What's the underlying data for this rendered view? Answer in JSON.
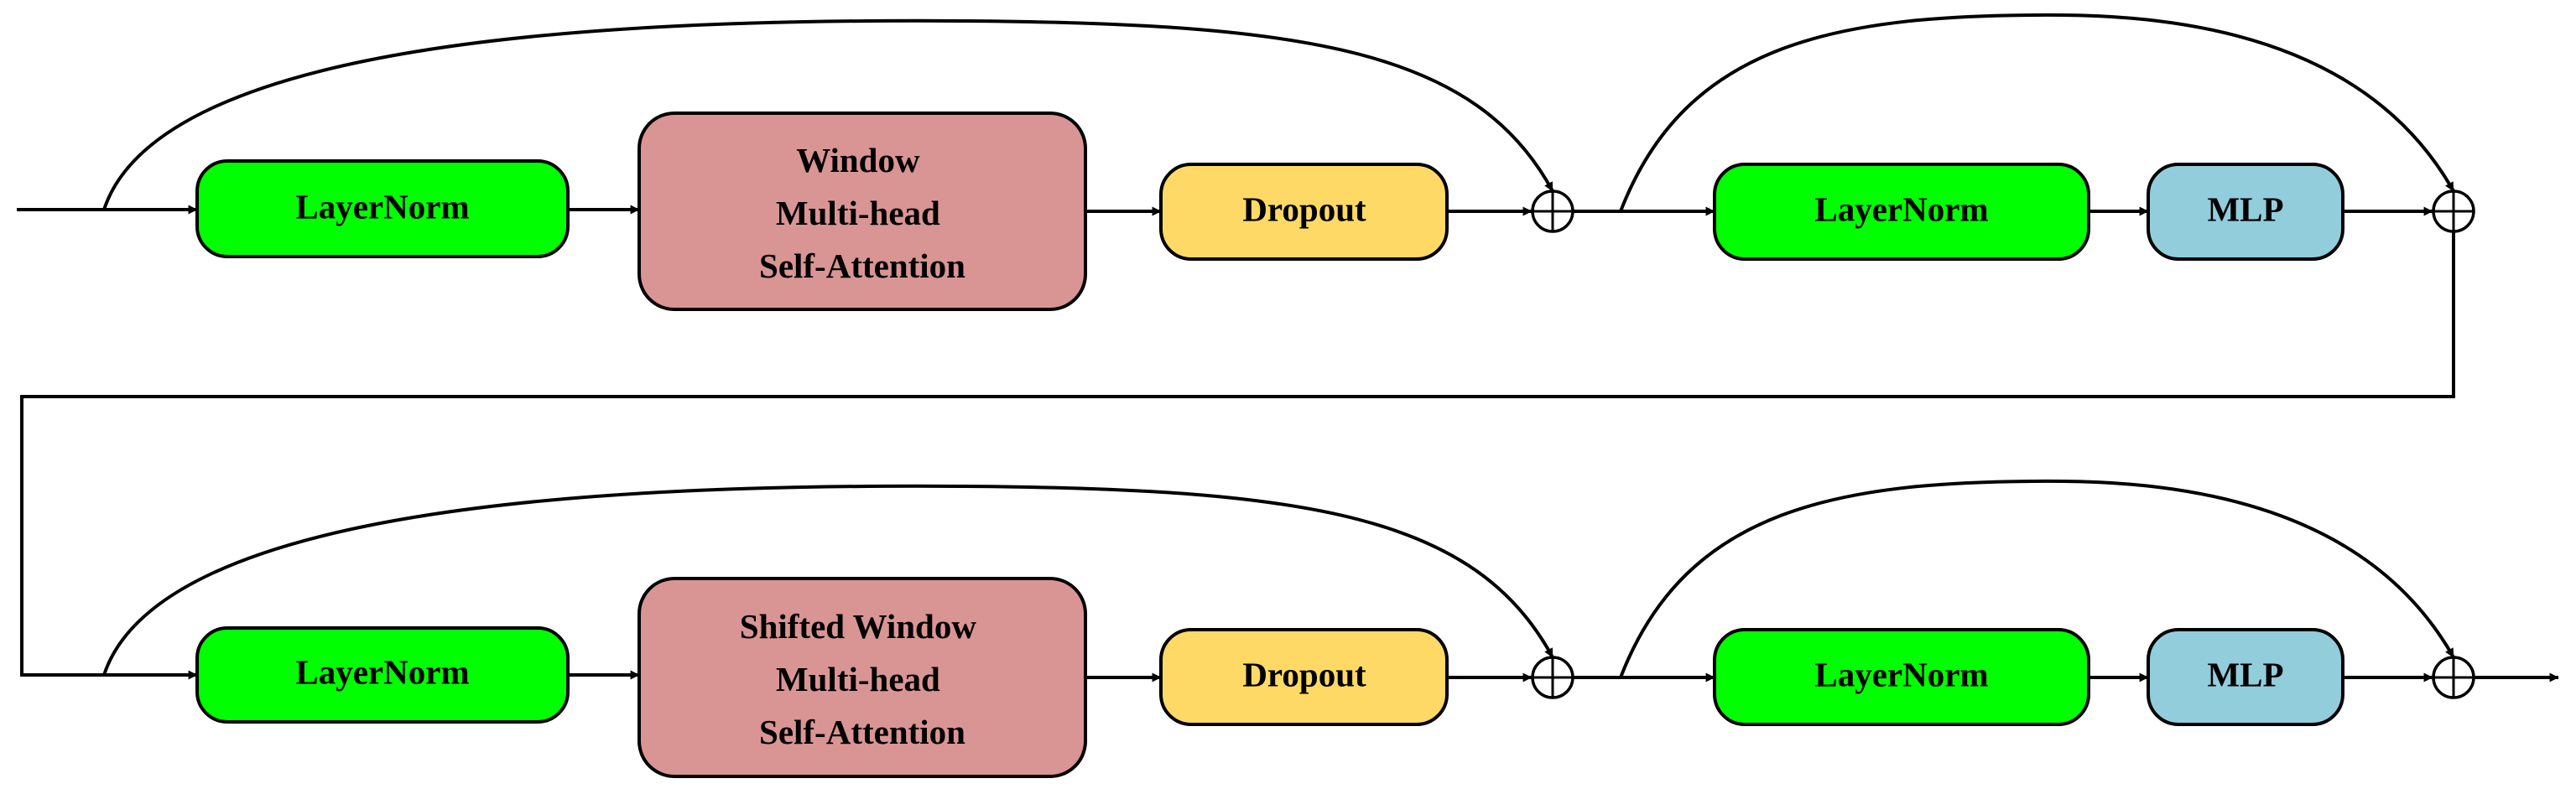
{
  "colors": {
    "layernorm": "#00ff00",
    "attention": "#d99594",
    "dropout": "#ffd966",
    "mlp": "#92cddc",
    "line": "#000000",
    "background": "#ffffff"
  },
  "rows": [
    {
      "layernorm1": "LayerNorm",
      "attention_lines": [
        "Window",
        "Multi-head",
        "Self-Attention"
      ],
      "dropout": "Dropout",
      "layernorm2": "LayerNorm",
      "mlp": "MLP"
    },
    {
      "layernorm1": "LayerNorm",
      "attention_lines": [
        "Shifted Window",
        "Multi-head",
        "Self-Attention"
      ],
      "dropout": "Dropout",
      "layernorm2": "LayerNorm",
      "mlp": "MLP"
    }
  ],
  "icons": {
    "sum": "circle-plus-icon",
    "arrow": "arrowhead-icon"
  }
}
